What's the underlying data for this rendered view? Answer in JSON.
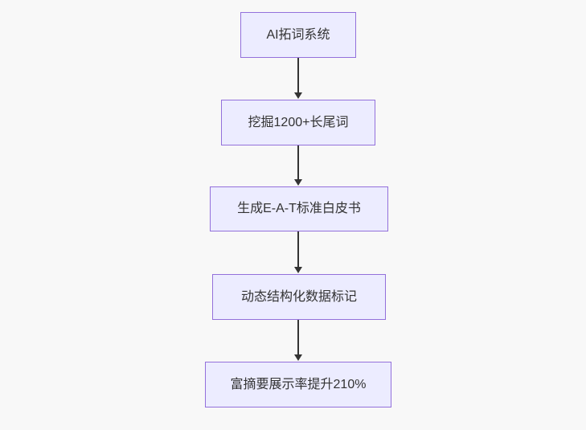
{
  "diagram": {
    "type": "flowchart",
    "direction": "top-down",
    "nodes": [
      {
        "id": "step-1",
        "label": "AI拓词系统"
      },
      {
        "id": "step-2",
        "label": "挖掘1200+长尾词"
      },
      {
        "id": "step-3",
        "label": "生成E-A-T标准白皮书"
      },
      {
        "id": "step-4",
        "label": "动态结构化数据标记"
      },
      {
        "id": "step-5",
        "label": "富摘要展示率提升210%"
      }
    ],
    "edges": [
      {
        "from": "step-1",
        "to": "step-2",
        "style": "arrow-down"
      },
      {
        "from": "step-2",
        "to": "step-3",
        "style": "arrow-down"
      },
      {
        "from": "step-3",
        "to": "step-4",
        "style": "arrow-down"
      },
      {
        "from": "step-4",
        "to": "step-5",
        "style": "arrow-down"
      }
    ],
    "colors": {
      "background": "#f8f8f8",
      "node_fill": "#ECECFF",
      "node_border": "#9370DB",
      "text": "#333333",
      "arrow": "#333333"
    }
  }
}
